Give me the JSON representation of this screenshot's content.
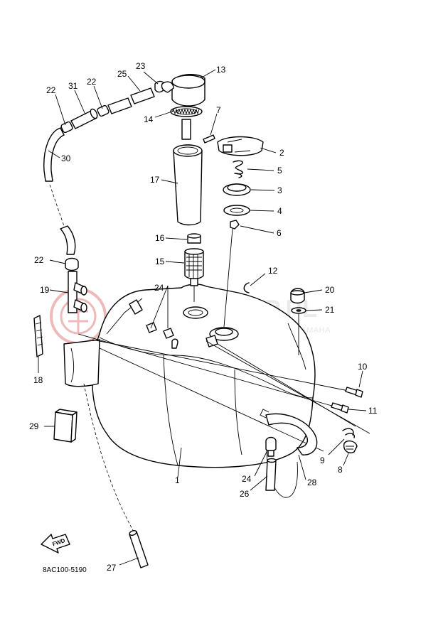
{
  "diagram": {
    "part_numbers": {
      "p1": "1",
      "p2": "2",
      "p3": "3",
      "p4": "4",
      "p5": "5",
      "p6": "6",
      "p7": "7",
      "p8": "8",
      "p9": "9",
      "p10": "10",
      "p11": "11",
      "p12": "12",
      "p13": "13",
      "p14": "14",
      "p15": "15",
      "p16": "16",
      "p17": "17",
      "p18": "18",
      "p19": "19",
      "p20": "20",
      "p21": "21",
      "p22": "22",
      "p23": "23",
      "p24": "24",
      "p25": "25",
      "p26": "26",
      "p27": "27",
      "p28": "28",
      "p29": "29",
      "p30": "30",
      "p31": "31"
    },
    "fwd_label": "FWD",
    "drawing_code": "8AC100-5190"
  },
  "watermark": {
    "name": "YAMASKLEP.PL",
    "subtitle": "AUTORYZOWANY SKLEP | DEALER YAMAHA",
    "color": "#d9d9d9",
    "accent_color": "#e08080"
  }
}
